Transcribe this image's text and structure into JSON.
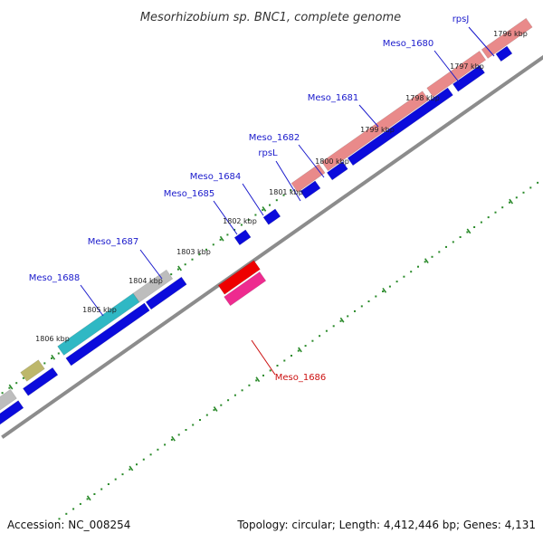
{
  "title": "Mesorhizobium sp. BNC1, complete genome",
  "footer": {
    "accession": "Accession: NC_008254",
    "info": "Topology: circular; Length: 4,412,446 bp; Genes: 4,131"
  },
  "colors": {
    "backbone": "#8c8c8c",
    "tick": "#2a8a2a",
    "gene_label": "#1a1acc",
    "highlight_label": "#cc1111",
    "cds": "#0b0bdc",
    "rrna_pink": "#e98a8a",
    "gray_feature": "#bdbdbd",
    "teal_feature": "#2fb8c4",
    "olive_feature": "#bdb76b",
    "red_feature": "#ee0000",
    "magenta_feature": "#ee2b8f"
  },
  "kbp_labels": [
    "1796 kbp",
    "1797 kbp",
    "1798 kbp",
    "1799 kbp",
    "1800 kbp",
    "1801 kbp",
    "1802 kbp",
    "1803 kbp",
    "1804 kbp",
    "1805 kbp",
    "1806 kbp"
  ],
  "gene_labels": [
    {
      "text": "rpsJ",
      "highlight": false
    },
    {
      "text": "Meso_1680",
      "highlight": false
    },
    {
      "text": "Meso_1681",
      "highlight": false
    },
    {
      "text": "Meso_1682",
      "highlight": false
    },
    {
      "text": "rpsL",
      "highlight": false
    },
    {
      "text": "Meso_1684",
      "highlight": false
    },
    {
      "text": "Meso_1685",
      "highlight": false
    },
    {
      "text": "Meso_1687",
      "highlight": false
    },
    {
      "text": "Meso_1688",
      "highlight": false
    },
    {
      "text": "Meso_1686",
      "highlight": true
    }
  ]
}
